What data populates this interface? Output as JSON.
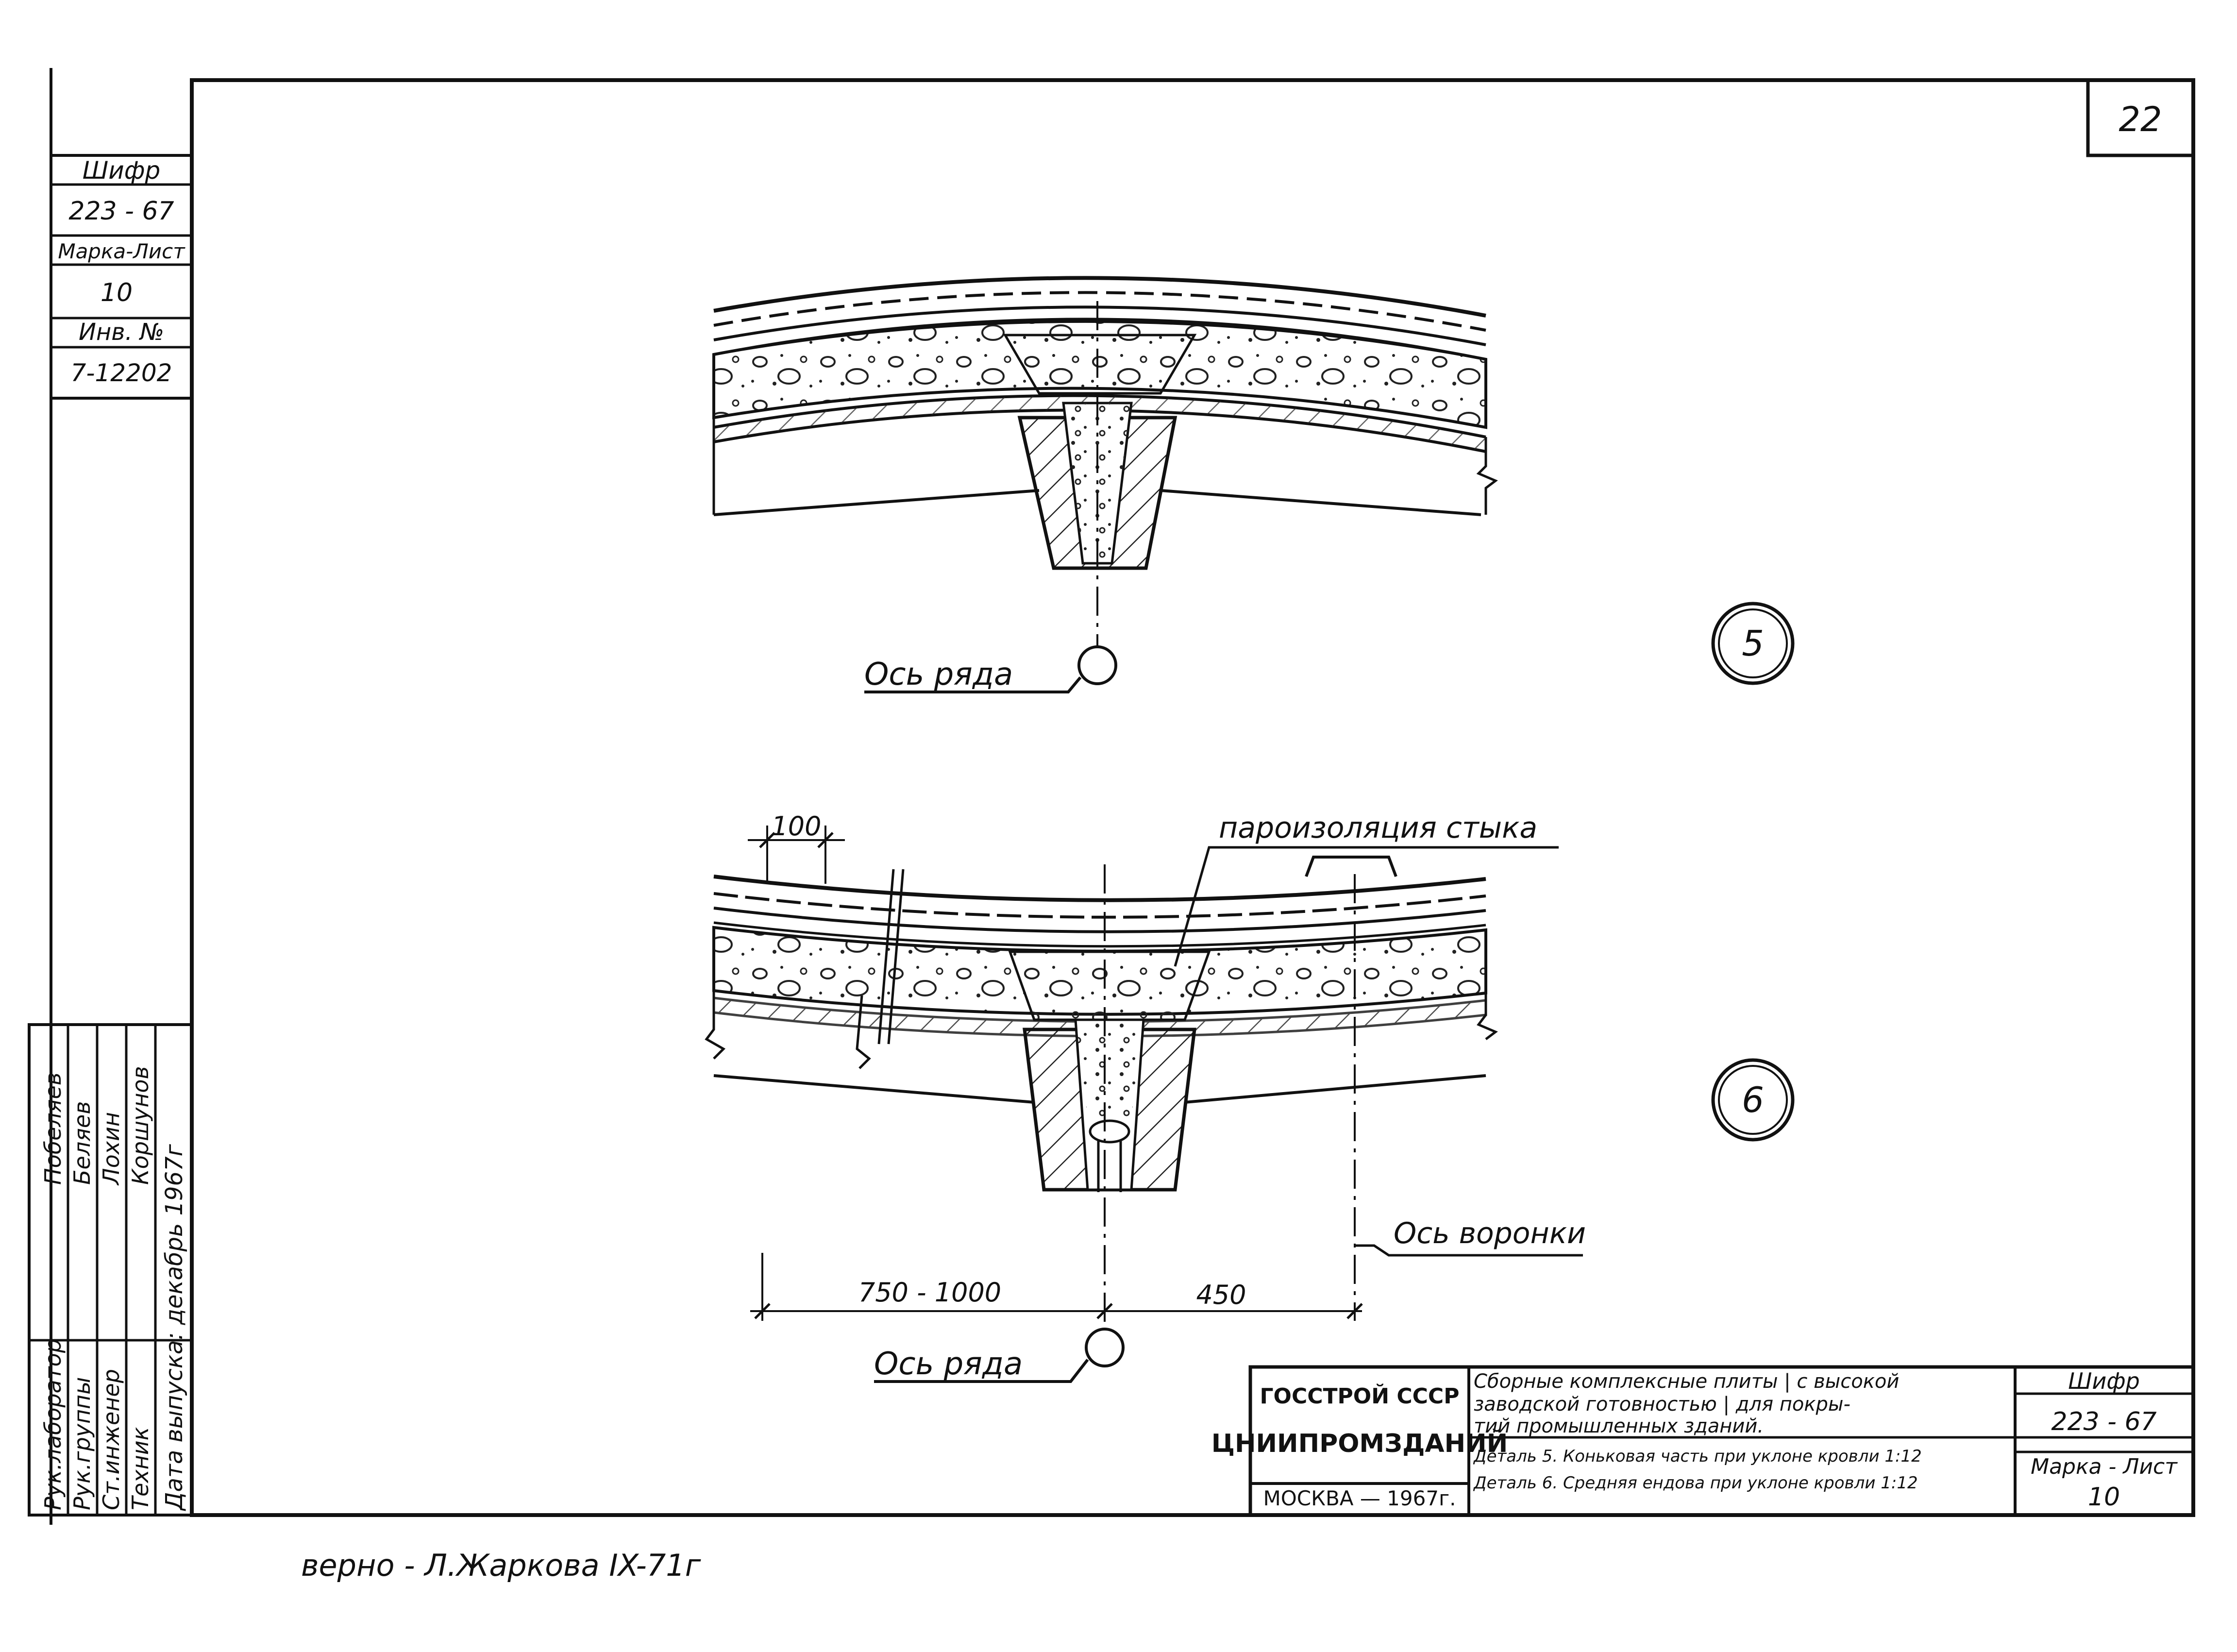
{
  "sheet": {
    "page_number": "22",
    "side_stamp": {
      "code_label": "Шифр",
      "code_value": "223 - 67",
      "mark_label": "Марка-Лист",
      "mark_value": "10",
      "inv_label": "Инв. №",
      "inv_value": "7-12202"
    },
    "signatures": {
      "roles": [
        "Рук.лаборатор",
        "Рук.группы",
        "Ст.инженер",
        "Техник"
      ],
      "names": [
        "Побеляев",
        "Беляев",
        "Лохин",
        "Коршунов"
      ],
      "date_line": "Дата выпуска: декабрь 1967г"
    }
  },
  "detail5": {
    "number": "5",
    "axis_label": "Ось ряда"
  },
  "detail6": {
    "number": "6",
    "dim_top": "100",
    "vapor_label": "пароизоляция стыка",
    "funnel_axis_label": "Ось воронки",
    "dim_left": "750 - 1000",
    "dim_right": "450",
    "axis_label": "Ось ряда"
  },
  "title_block": {
    "org_line1": "ГОССТРОЙ СССР",
    "org_line2": "ЦНИИПРОМЗДАНИЙ",
    "city_year": "МОСКВА — 1967г.",
    "title_lines": [
      "Сборные комплексные плиты | с высокой",
      "заводской готовностью | для покры-",
      "тий промышленных зданий."
    ],
    "detail_lines": [
      "Деталь 5. Коньковая часть при уклоне кровли 1:12",
      "Деталь 6. Средняя ендова при уклоне кровли 1:12"
    ],
    "code_label": "Шифр",
    "code_value": "223 - 67",
    "mark_label": "Марка - Лист",
    "mark_value": "10"
  },
  "handwritten_note": "верно - Л.Жаркова IX-71г"
}
